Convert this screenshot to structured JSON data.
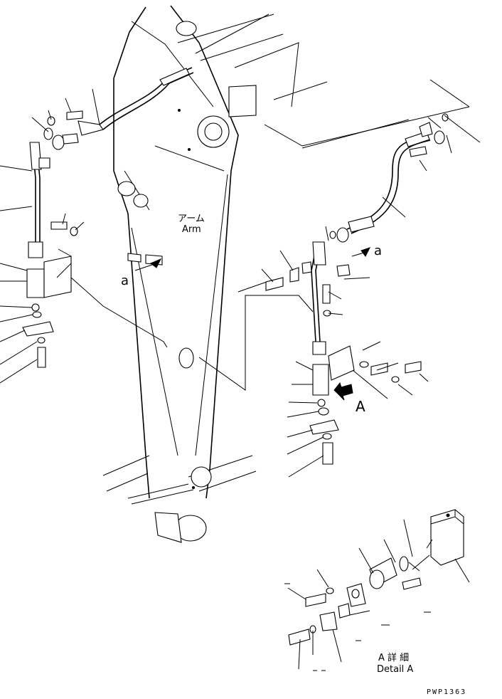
{
  "labels": {
    "arm_jp": "アーム",
    "arm_en": "Arm",
    "ref_a": "a",
    "view_A": "A",
    "detail_jp": "A 詳 細",
    "detail_en": "Detail A",
    "drawing_code": "PWP1363"
  }
}
